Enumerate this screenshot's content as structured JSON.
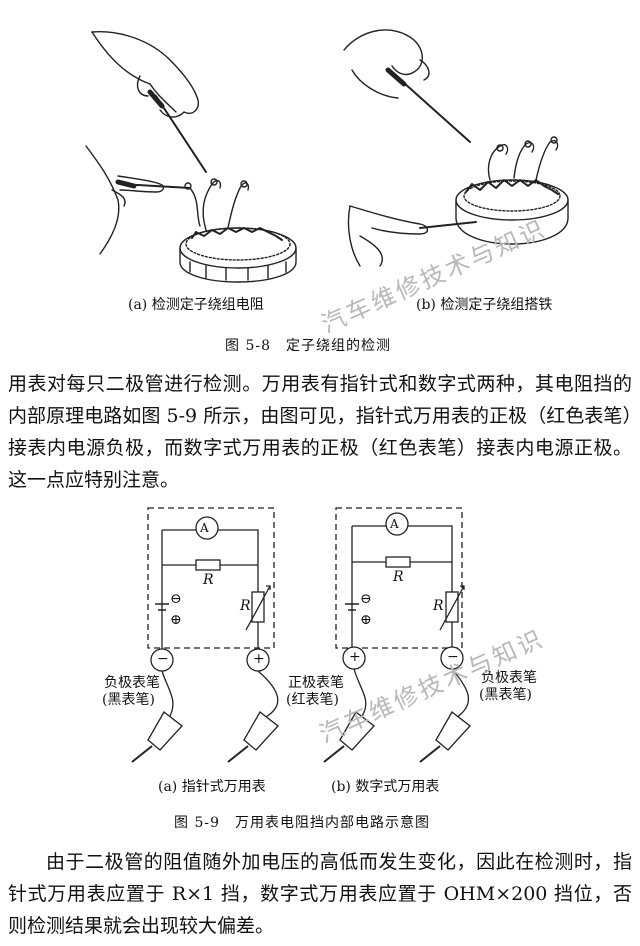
{
  "figure_5_8": {
    "sub_a": "(a) 检测定子绕组电阻",
    "sub_b": "(b) 检测定子绕组搭铁",
    "caption": "图 5-8　定子绕组的检测"
  },
  "paragraph_1": "用表对每只二极管进行检测。万用表有指针式和数字式两种，其电阻挡的内部原理电路如图 5-9 所示，由图可见，指针式万用表的正极（红色表笔）接表内电源负极，而数字式万用表的正极（红色表笔）接表内电源正极。这一点应特别注意。",
  "figure_5_9": {
    "circuit_a": {
      "meter": "A",
      "resistor": "R",
      "var_resistor": "R",
      "battery_top": "⊖",
      "battery_bottom": "⊕",
      "left_terminal": "−",
      "right_terminal": "+",
      "left_probe_line1": "负极表笔",
      "left_probe_line2": "(黑表笔)",
      "right_probe_line1": "正极表笔",
      "right_probe_line2": "(红表笔)"
    },
    "circuit_b": {
      "meter": "A",
      "resistor": "R",
      "var_resistor": "R",
      "battery_top": "⊖",
      "battery_bottom": "⊕",
      "left_terminal": "+",
      "right_terminal": "−",
      "right_probe_line1": "负极表笔",
      "right_probe_line2": "(黑表笔)"
    },
    "sub_a": "(a) 指针式万用表",
    "sub_b": "(b) 数字式万用表",
    "caption": "图 5-9　万用表电阻挡内部电路示意图"
  },
  "paragraph_2": "由于二极管的阻值随外加电压的高低而发生变化，因此在检测时，指针式万用表应置于 R×1 挡，数字式万用表应置于 OHM×200 挡位，否则检测结果就会出现较大偏差。",
  "watermark_1": "汽车维修技术与知识",
  "watermark_2": "汽车维修技术与知识"
}
